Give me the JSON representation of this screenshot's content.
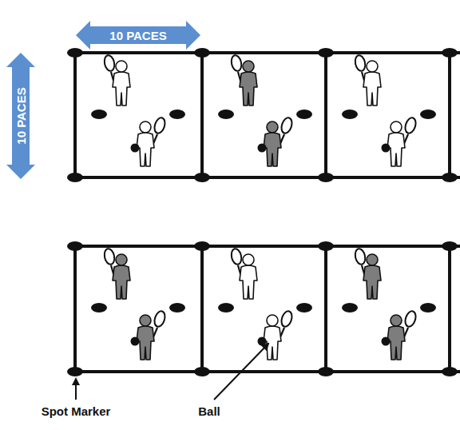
{
  "diagram": {
    "nodes": [
      {
        "text": [
          "10 PACES"
        ]
      },
      {
        "text": [
          "10 PACES"
        ]
      }
    ],
    "labels": [
      "Spot Marker",
      "Ball"
    ]
  }
}
